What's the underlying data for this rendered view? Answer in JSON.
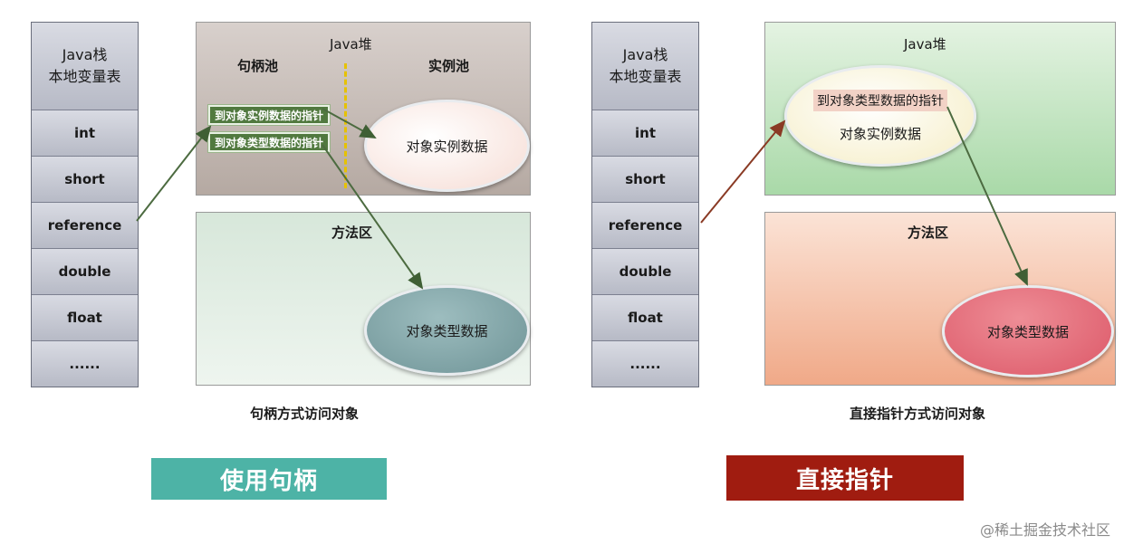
{
  "left": {
    "stack": [
      "int",
      "short",
      "reference",
      "double",
      "float",
      "......"
    ],
    "stack_head": [
      "Java栈",
      "本地变量表"
    ],
    "heap_title": "Java堆",
    "handle_pool": "句柄池",
    "instance_pool": "实例池",
    "ptr_instance": "到对象实例数据的指针",
    "ptr_type": "到对象类型数据的指针",
    "instance_data": "对象实例数据",
    "method_area": "方法区",
    "type_data": "对象类型数据",
    "caption": "句柄方式访问对象",
    "badge": "使用句柄"
  },
  "right": {
    "stack": [
      "int",
      "short",
      "reference",
      "double",
      "float",
      "......"
    ],
    "stack_head": [
      "Java栈",
      "本地变量表"
    ],
    "heap_title": "Java堆",
    "ptr_type": "到对象类型数据的指针",
    "instance_data": "对象实例数据",
    "method_area": "方法区",
    "type_data": "对象类型数据",
    "caption": "直接指针方式访问对象",
    "badge": "直接指针"
  },
  "watermark": "@稀土掘金技术社区",
  "colors": {
    "badge_left": "#4db3a6",
    "badge_right": "#a01c10",
    "left_heap": "#c2b7b1",
    "right_heap": "#b6dfb4",
    "right_method": "#f3b99c",
    "left_type_ellipse": "#7a9fa2",
    "right_type_ellipse": "#e26674"
  }
}
